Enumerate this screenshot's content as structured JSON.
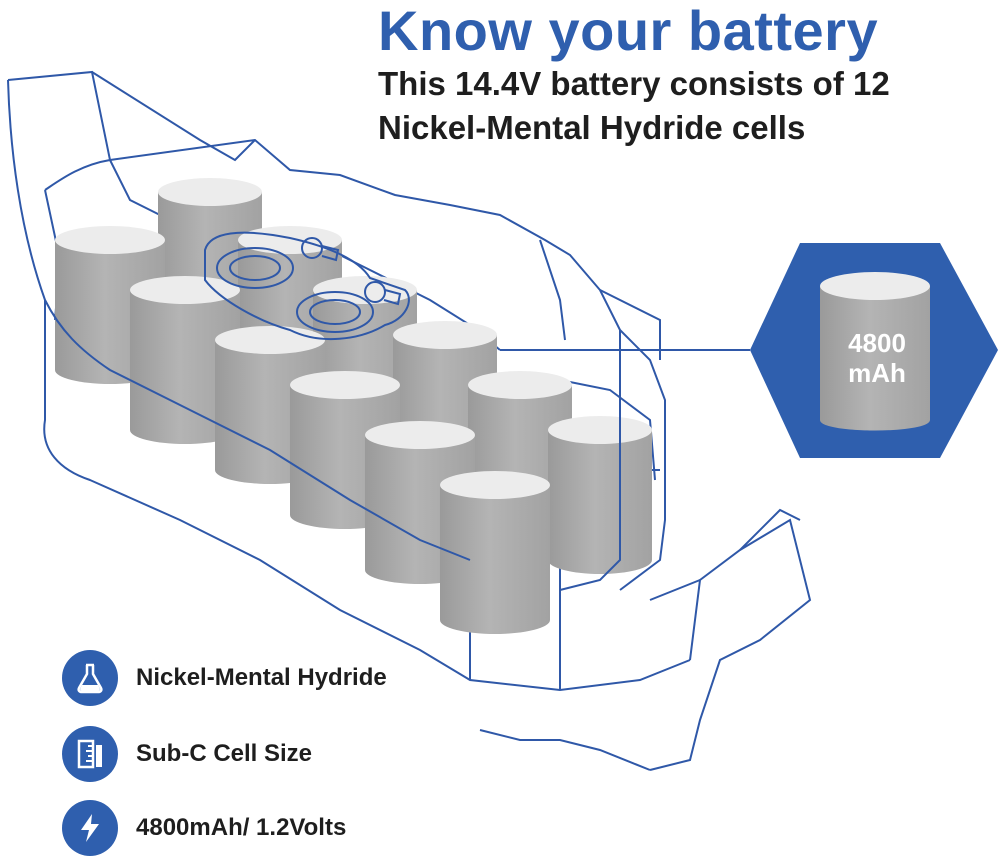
{
  "header": {
    "title": "Know your battery",
    "subtitle_line1": "This 14.4V battery consists of 12",
    "subtitle_line2": "Nickel-Mental Hydride cells"
  },
  "callout": {
    "capacity_value": "4800",
    "capacity_unit": "mAh"
  },
  "features": [
    {
      "icon": "flask-icon",
      "label": "Nickel-Mental Hydride"
    },
    {
      "icon": "ruler-icon",
      "label": "Sub-C Cell Size"
    },
    {
      "icon": "lightning-bolt-icon",
      "label": "4800mAh/ 1.2Volts"
    }
  ],
  "colors": {
    "accent_blue": "#2f5fae",
    "outline_blue": "#2f58a8",
    "cell_gray": "#a8a8a8",
    "text_dark": "#1e1e1e"
  }
}
